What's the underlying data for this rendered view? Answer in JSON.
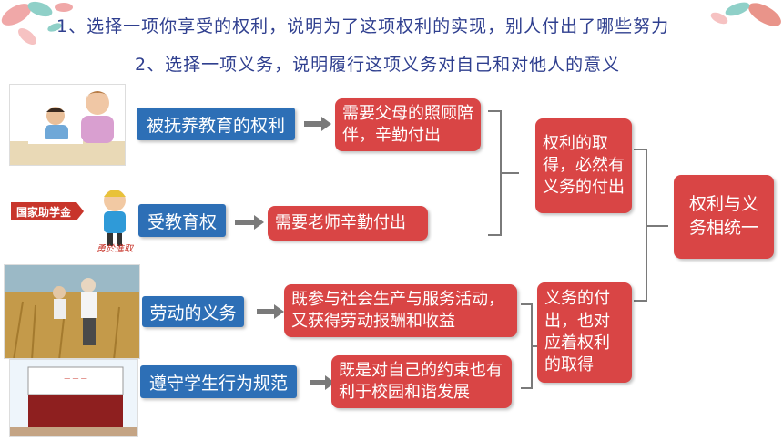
{
  "questions": {
    "q1": "1、选择一项你享受的权利，说明为了这项权利的实现，别人付出了哪些努力",
    "q2": "2、选择一项义务，说明履行这项义务对自己和对他人的意义"
  },
  "rows": [
    {
      "left": "被抚养教育的权利",
      "right": "需要父母的照顾陪伴，辛勤付出"
    },
    {
      "left": "受教育权",
      "right": "需要老师辛勤付出"
    },
    {
      "left": "劳动的义务",
      "right": "既参与社会生产与服务活动，又获得劳动报酬和收益"
    },
    {
      "left": "遵守学生行为规范",
      "right": "既是对自己的约束也有利于校园和谐发展"
    }
  ],
  "summary": {
    "rights": "权利的取得，必然有义务的付出",
    "duties": "义务的付出，也对应着权利的取得",
    "final": "权利与义务相统一"
  },
  "images": {
    "badge_text": "国家助学金",
    "study_text": "勇於進取"
  },
  "colors": {
    "blue": "#2d6fb6",
    "red": "#d94545",
    "title": "#2f3f8f"
  }
}
